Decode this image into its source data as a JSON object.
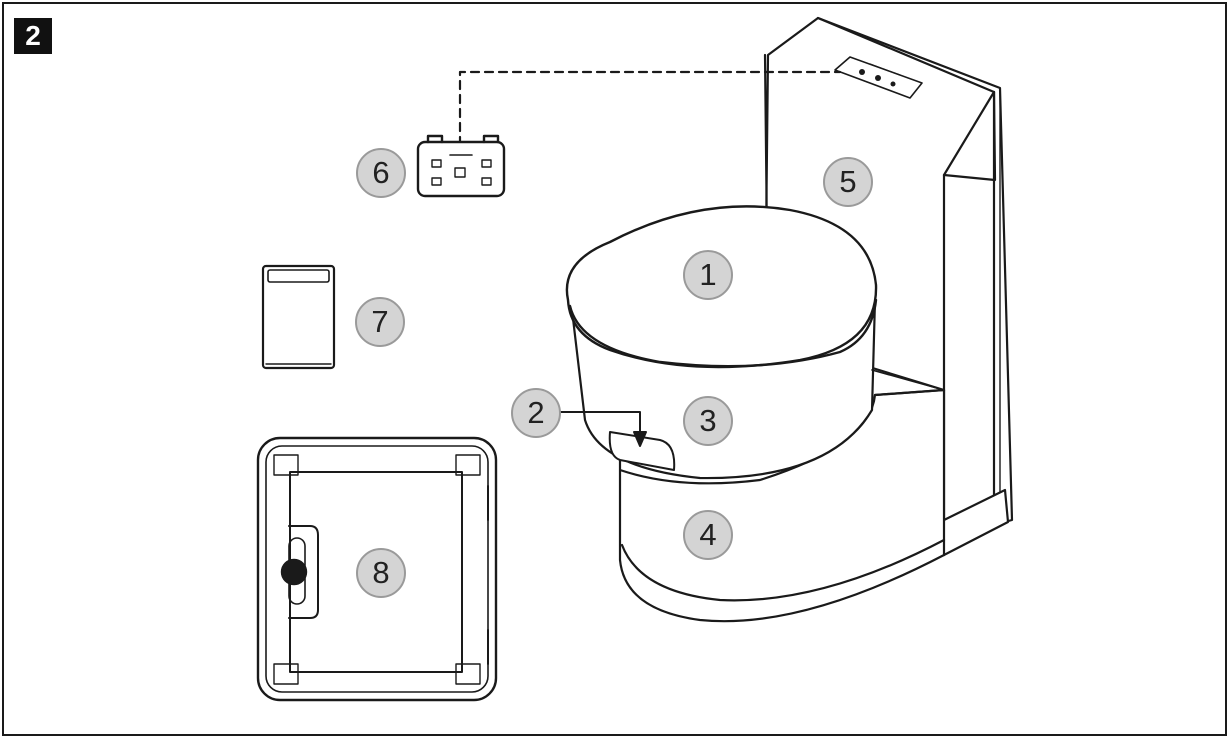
{
  "figure": {
    "number": "2"
  },
  "callouts": {
    "c1": "1",
    "c2": "2",
    "c3": "3",
    "c4": "4",
    "c5": "5",
    "c6": "6",
    "c7": "7",
    "c8": "8"
  }
}
